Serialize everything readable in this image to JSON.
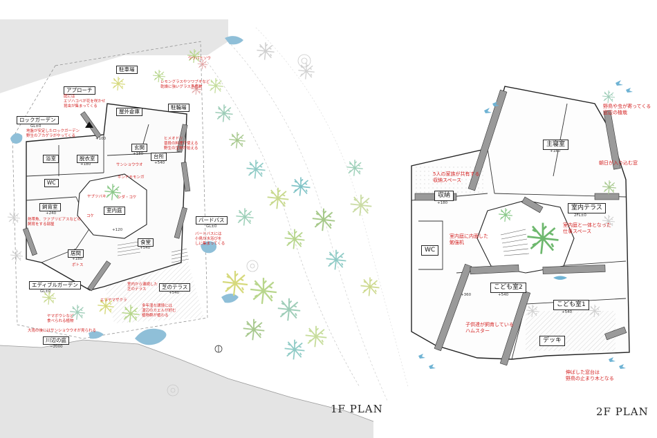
{
  "titles": {
    "plan_1f": "1F PLAN",
    "plan_2f": "2F PLAN"
  },
  "plan_1f": {
    "rooms": {
      "parking": "駐車場",
      "approach": "アプローチ",
      "outdoor_storage": "屋外倉庫",
      "bike_parking": "駐輪場",
      "rock_garden": "ロックガーデン",
      "entrance": "玄関",
      "kitchen": "台所",
      "bathroom": "浴室",
      "dressing": "脱衣室",
      "wc": "WC",
      "breeding_room": "飼育室",
      "inner_garden": "室内庭",
      "bird_bath": "バードバス",
      "living": "居間",
      "dining": "食堂",
      "edible_garden": "エディブルガーデン",
      "lawn_terrace": "芝のテラス",
      "riverside_garden": "川辺の庭"
    },
    "levels": {
      "rock_garden": "GL±0",
      "approach": "+100",
      "entrance": "+180",
      "kitchen": "+540",
      "dressing": "+180",
      "breeding_room": "+240",
      "inner_garden": "+120",
      "living": "+180",
      "dining": "+540",
      "bird_bath": "GL±0",
      "edible_garden": "GL±0",
      "lawn_terrace": "+540",
      "riverside_garden": "−2000"
    },
    "notes": {
      "weeds": "ウワバミソウ",
      "lemongrass": "レモングラスやツワブキなど\n乾燥に強いグラス系植物",
      "approach_note": "庭には\nエゾハコベが花を咲かせ\n昆虫が集まってくる",
      "rock_garden_note": "地盤が安定したロックガーデン\n野生のアカゲラがやってくる",
      "salamander": "サンショウウオ",
      "flying_squirrel": "ホンドモモンガ",
      "fern": "シダ・コケ",
      "moss": "コケ",
      "camellia": "ヤブツバキ",
      "breeding_note": "熱帯魚、ファブリビアスなどの\n飼育をする部屋",
      "bird_bath_note": "バードバスには\n小鳥が水浴びを\nしに集まってくる",
      "potos": "ポトス",
      "birch": "エゾヤマザクラ",
      "lawn_note": "室内から連続した\n芝のテラス",
      "edible_note": "ヤマボウシなど\n食べられる植物",
      "riverside_note": "大雨の後にはサンショウウオが見られる",
      "wet_note": "多年湿な環境には\n湿辺のカエルが好む\n植物群が植わる",
      "kitchen_note": "ヒメオドリ\n普段の料理で使える\n野生の生物が拾える"
    }
  },
  "plan_2f": {
    "rooms": {
      "master_bedroom": "主寝室",
      "storage": "収納",
      "indoor_terrace": "室内テラス",
      "wc": "WC",
      "kids_room_2": "こども室2",
      "kids_room_1": "こども室1",
      "deck": "デッキ"
    },
    "levels": {
      "master_bedroom": "+180",
      "storage": "+180",
      "indoor_terrace": "2FL±0",
      "kids_room_2": "+540",
      "kids_room_1": "+540",
      "left_wing": "+360"
    },
    "notes": {
      "wild_birds": "野鳥や虫が寄ってくる\n窓辺の植栽",
      "morning_sun": "朝日が入り込む窓",
      "family_storage": "5人の家族が共有する\n収納スペース",
      "indoor_terrace_note": "室内庭と一体となった\n仕事スペース",
      "study_desk": "室内庭に内面した\n勉強机",
      "hamster": "子供達が飼育している\nハムスター",
      "perch": "伸ばした窓台は\n野鳥の止まり木となる"
    }
  }
}
